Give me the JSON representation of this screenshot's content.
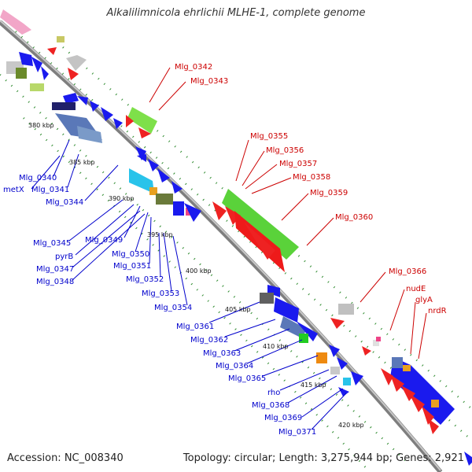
{
  "title": "Alkalilimnicola ehrlichii MLHE-1, complete genome",
  "footer": {
    "accession": "Accession: NC_008340",
    "topology": "Topology: circular; Length: 3,275,944 bp; Genes: 2,921"
  },
  "kbp_labels": [
    "380 kbp",
    "385 kbp",
    "390 kbp",
    "395 kbp",
    "400 kbp",
    "405 kbp",
    "410 kbp",
    "415 kbp",
    "420 kbp"
  ],
  "red_gene_labels": [
    "Mlg_0342",
    "Mlg_0343",
    "Mlg_0355",
    "Mlg_0356",
    "Mlg_0357",
    "Mlg_0358",
    "Mlg_0359",
    "Mlg_0360",
    "Mlg_0366",
    "nudE",
    "glyA",
    "nrdR"
  ],
  "blue_gene_labels": [
    "Mlg_0340",
    "metX",
    "Mlg_0341",
    "Mlg_0344",
    "Mlg_0345",
    "Mlg_0349",
    "pyrB",
    "Mlg_0347",
    "Mlg_0350",
    "Mlg_0348",
    "Mlg_0351",
    "Mlg_0352",
    "Mlg_0353",
    "Mlg_0354",
    "Mlg_0361",
    "Mlg_0362",
    "Mlg_0363",
    "Mlg_0364",
    "Mlg_0365",
    "rho",
    "Mlg_0368",
    "Mlg_0369",
    "Mlg_0371"
  ],
  "colors": {
    "backbone": "#8c8c8c",
    "forward_label": "#cc0000",
    "reverse_label": "#0000cc",
    "tick": "#006600"
  }
}
